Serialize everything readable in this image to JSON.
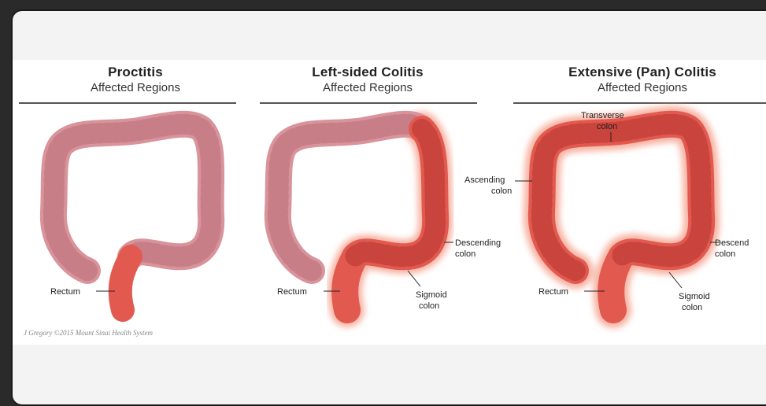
{
  "panels": [
    {
      "title": "Proctitis",
      "subtitle": "Affected Regions",
      "labels": {
        "rectum": "Rectum"
      }
    },
    {
      "title": "Left-sided Colitis",
      "subtitle": "Affected Regions",
      "labels": {
        "rectum": "Rectum",
        "descending_1": "Descending",
        "descending_2": "colon",
        "sigmoid_1": "Sigmoid",
        "sigmoid_2": "colon"
      }
    },
    {
      "title": "Extensive (Pan) Colitis",
      "subtitle": "Affected Regions",
      "labels": {
        "transverse_1": "Transverse",
        "transverse_2": "colon",
        "ascending_1": "Ascending",
        "ascending_2": "colon",
        "rectum": "Rectum",
        "descending_1": "Descend",
        "descending_2": "colon",
        "sigmoid_1": "Sigmoid",
        "sigmoid_2": "colon"
      }
    }
  ],
  "credit": "J Gregory ©2015 Mount Sinai Health System",
  "colors": {
    "healthy": "#d9939a",
    "inflamed": "#e25a4f",
    "glow": "#f7b3a3"
  }
}
